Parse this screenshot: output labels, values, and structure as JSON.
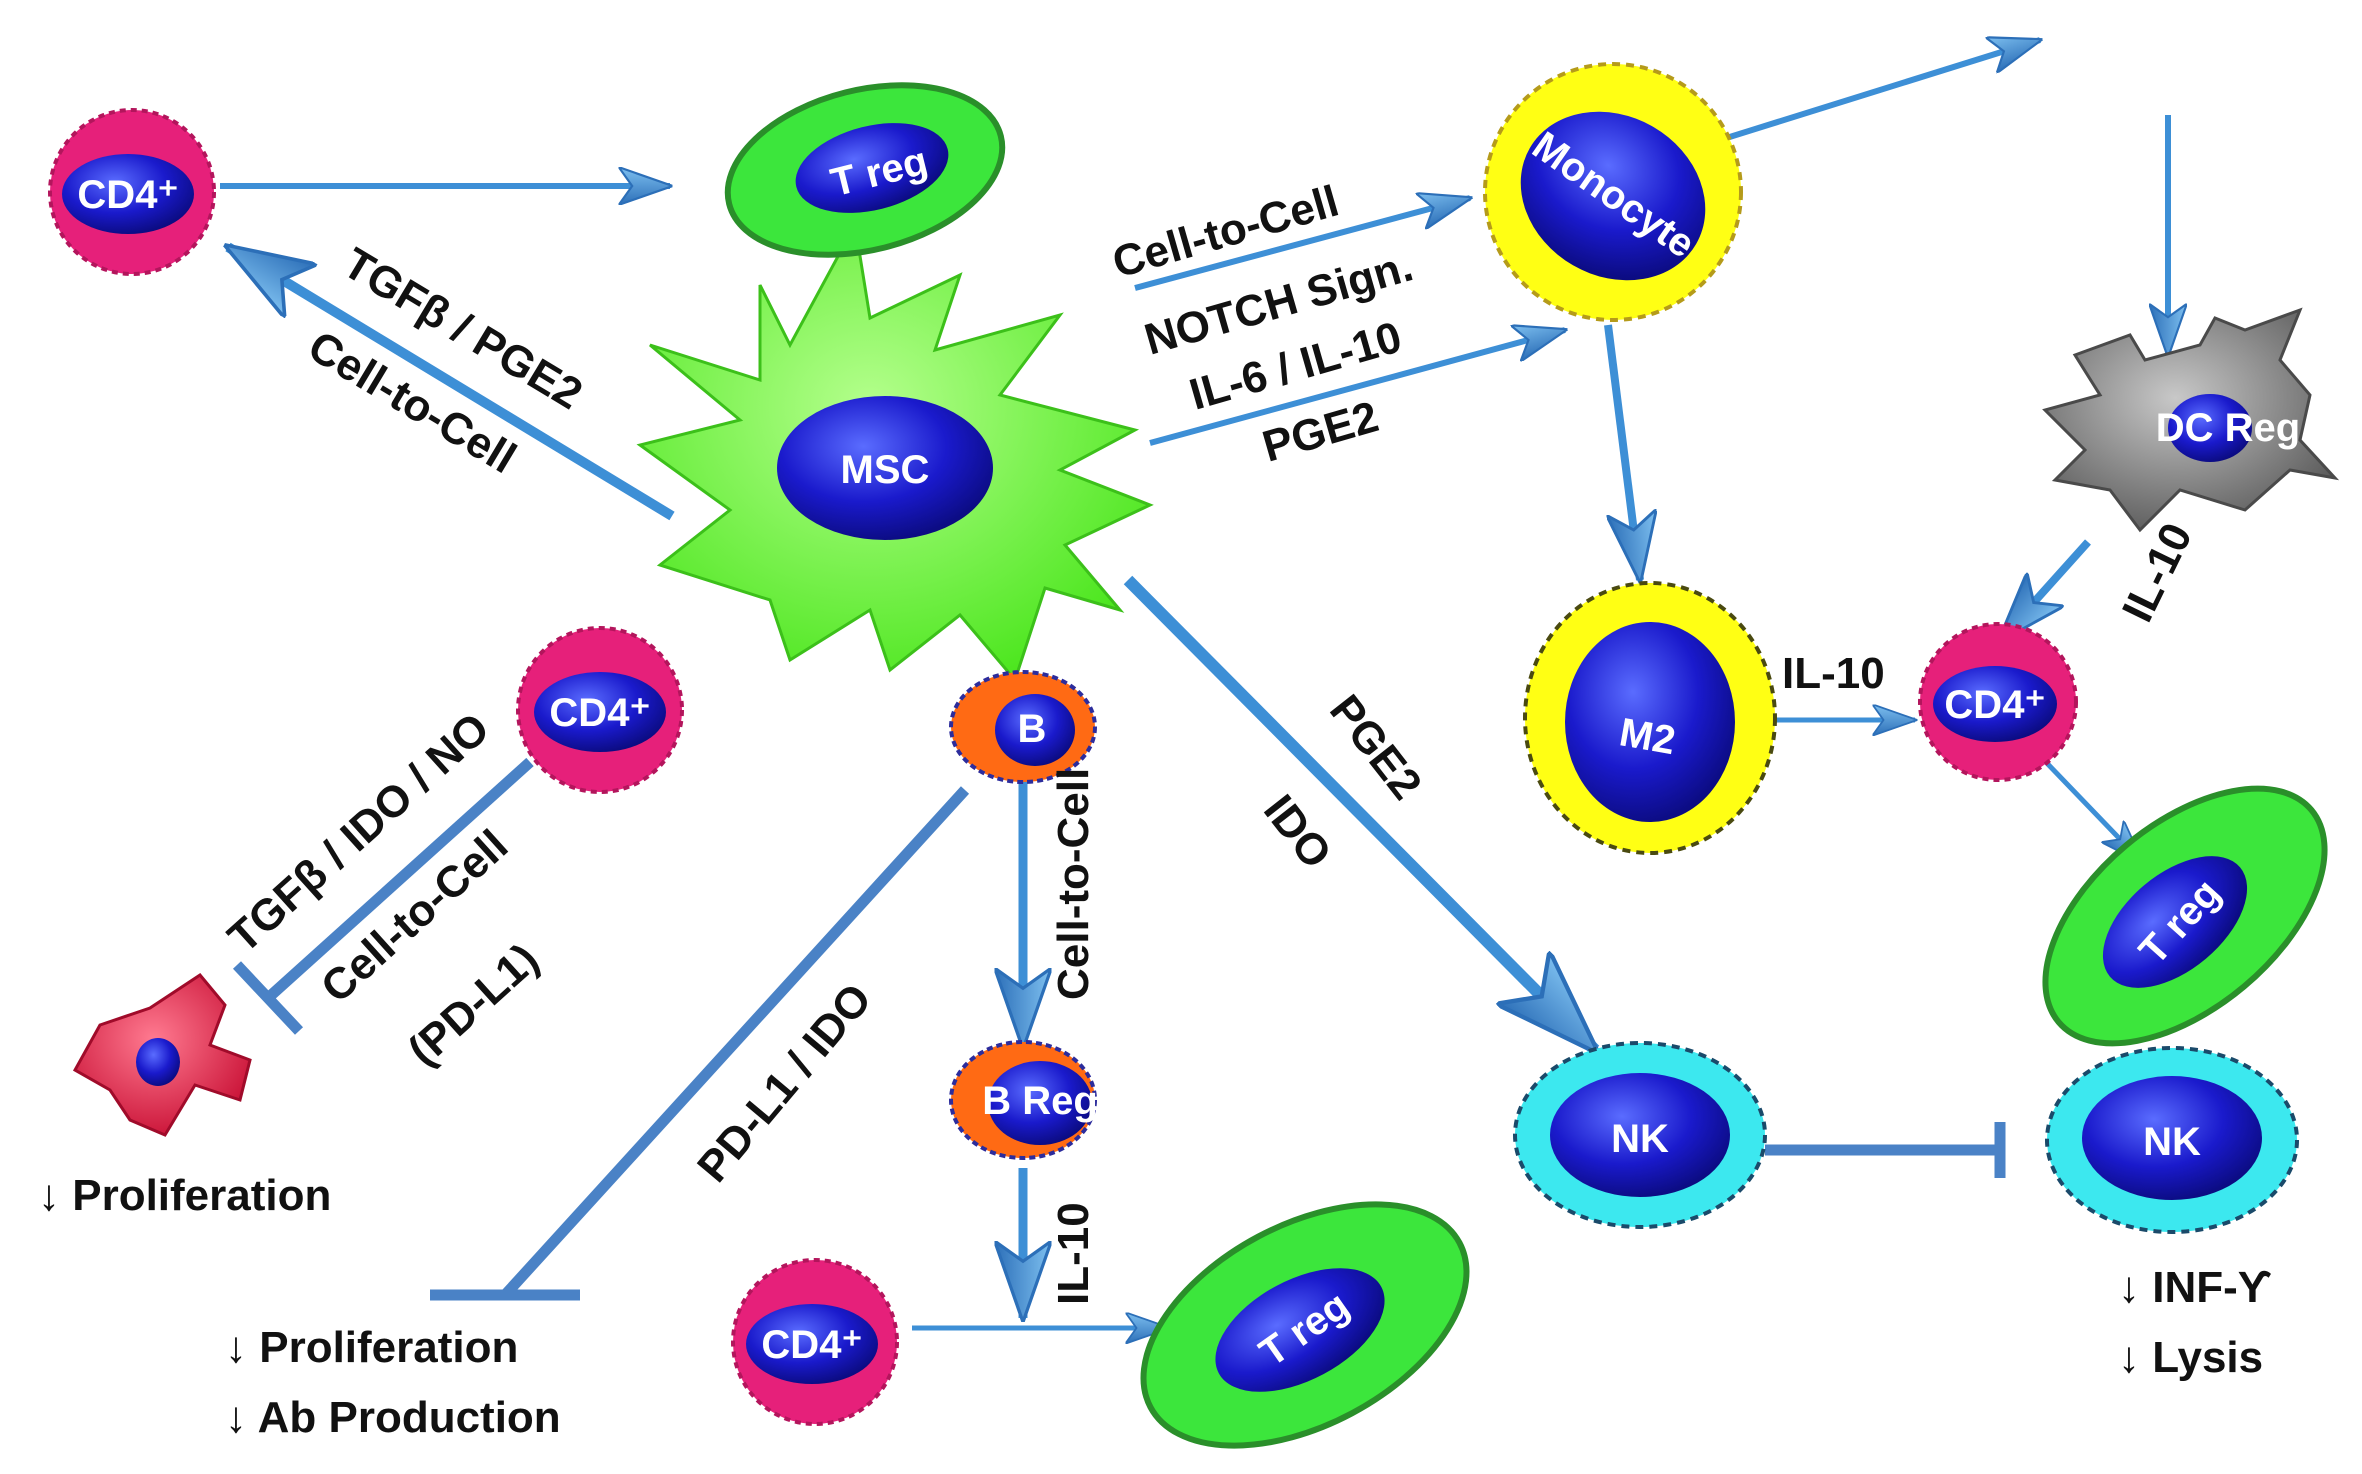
{
  "cells": {
    "msc": "MSC",
    "treg_top": "T reg",
    "cd4_top_left": "CD4⁺",
    "cd4_mid_left": "CD4⁺",
    "cd4_bottom": "CD4⁺",
    "cd4_right": "CD4⁺",
    "monocyte": "Monocyte",
    "m2": "M2",
    "dc_reg": "DC Reg",
    "treg_right": "T reg",
    "treg_bottom": "T reg",
    "b_cell": "B",
    "b_reg": "B Reg",
    "nk_left": "NK",
    "nk_right": "NK"
  },
  "labels": {
    "tgfb_pge2": "TGFβ  / PGE2",
    "cell_to_cell_left": "Cell-to-Cell",
    "cell_to_cell_monocyte": "Cell-to-Cell",
    "notch": "NOTCH Sign.",
    "il6_il10": "IL-6 / IL-10",
    "pge2_monocyte": "PGE2",
    "tgfb_ido_no": "TGFβ / IDO / NO",
    "cell_to_cell_pdl1": "Cell-to-Cell",
    "pdl1_paren": "(PD-L1)",
    "pdl1_ido": "PD-L1 / IDO",
    "cell_to_cell_b": "Cell-to-Cell",
    "il10_b": "IL-10",
    "pge2_nk": "PGE2",
    "ido_nk": "IDO",
    "il10_m2": "IL-10",
    "il10_dc": "IL-10"
  },
  "outcomes": {
    "t_prolif": "↓ Proliferation",
    "b_prolif": "↓ Proliferation",
    "b_ab": "↓ Ab Production",
    "nk_inf": "↓ INF-ϒ",
    "nk_lysis": "↓ Lysis"
  },
  "colors": {
    "arrow": "#3d8fd6",
    "inhibit": "#4a82c6",
    "msc": "#6cf23a",
    "nucleus": "#1a1acc",
    "cd4_ring": "#e6207a",
    "treg": "#3ce63c",
    "monocyte_ring": "#ffff14",
    "nk_ring": "#3ce8ef",
    "b_ring": "#ff6a14",
    "dc": "#8a8a8a",
    "t_cell_inhibited": "#e0264a"
  }
}
